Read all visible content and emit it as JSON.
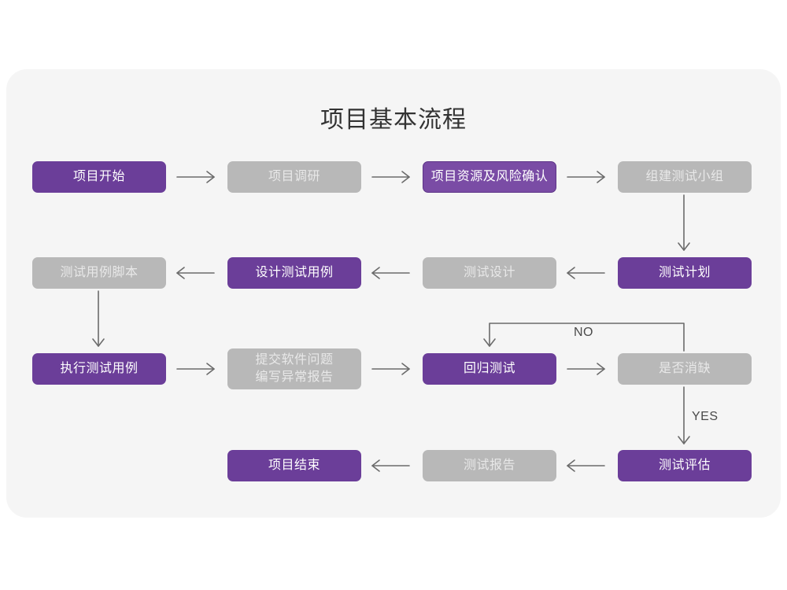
{
  "title": "项目基本流程",
  "colors": {
    "panel_background": "#f5f5f5",
    "page_background": "#ffffff",
    "accent_purple": "#6b3e99",
    "muted_gray": "#b8b8b8",
    "title_text": "#333333",
    "connector": "#6b6b6b"
  },
  "nodes": [
    {
      "id": "n1",
      "label": "项目开始",
      "style": "purple"
    },
    {
      "id": "n2",
      "label": "项目调研",
      "style": "gray"
    },
    {
      "id": "n3",
      "label": "项目资源及风险确认",
      "style": "purple-outline"
    },
    {
      "id": "n4",
      "label": "组建测试小组",
      "style": "gray"
    },
    {
      "id": "n5",
      "label": "测试计划",
      "style": "purple"
    },
    {
      "id": "n6",
      "label": "测试设计",
      "style": "gray"
    },
    {
      "id": "n7",
      "label": "设计测试用例",
      "style": "purple"
    },
    {
      "id": "n8",
      "label": "测试用例脚本",
      "style": "gray"
    },
    {
      "id": "n9",
      "label": "执行测试用例",
      "style": "purple"
    },
    {
      "id": "n10",
      "label": "提交软件问题\n编写异常报告",
      "style": "gray"
    },
    {
      "id": "n11",
      "label": "回归测试",
      "style": "purple"
    },
    {
      "id": "n12",
      "label": "是否消缺",
      "style": "gray"
    },
    {
      "id": "n13",
      "label": "测试评估",
      "style": "purple"
    },
    {
      "id": "n14",
      "label": "测试报告",
      "style": "gray"
    },
    {
      "id": "n15",
      "label": "项目结束",
      "style": "purple"
    }
  ],
  "edge_labels": {
    "no": "NO",
    "yes": "YES"
  }
}
